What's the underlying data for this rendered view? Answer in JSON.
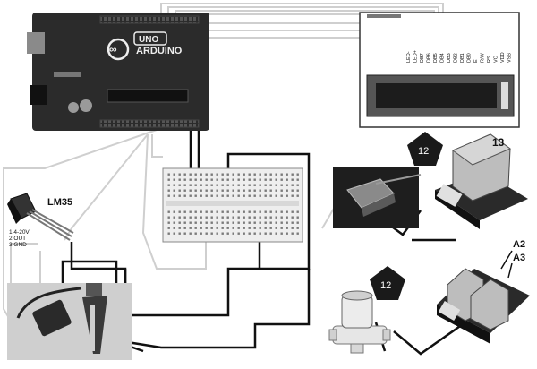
{
  "arduino": {
    "brand": "ARDUINO",
    "model": "UNO"
  },
  "lcd": {
    "pins": [
      "LED-",
      "LED+",
      "DB7",
      "DB6",
      "DB5",
      "DB4",
      "DB3",
      "DB2",
      "DB1",
      "DB0",
      "E",
      "R/W",
      "RS",
      "VO",
      "VDD",
      "VSS"
    ]
  },
  "sensor": {
    "label": "LM35",
    "pin_lines": [
      "1 4-20V",
      "2 OUT",
      "3 GND"
    ]
  },
  "labels": {
    "relay_number": "13",
    "power_badge_top": "12",
    "power_badge_bottom": "12",
    "relay2_line1": "A2",
    "relay2_line2": "A3"
  },
  "colors": {
    "board": "#2b2b2b",
    "wire_dark": "#111111",
    "wire_light": "#cfcfcf",
    "relay_body": "#bdbdbd",
    "badge": "#1a1a1a"
  }
}
